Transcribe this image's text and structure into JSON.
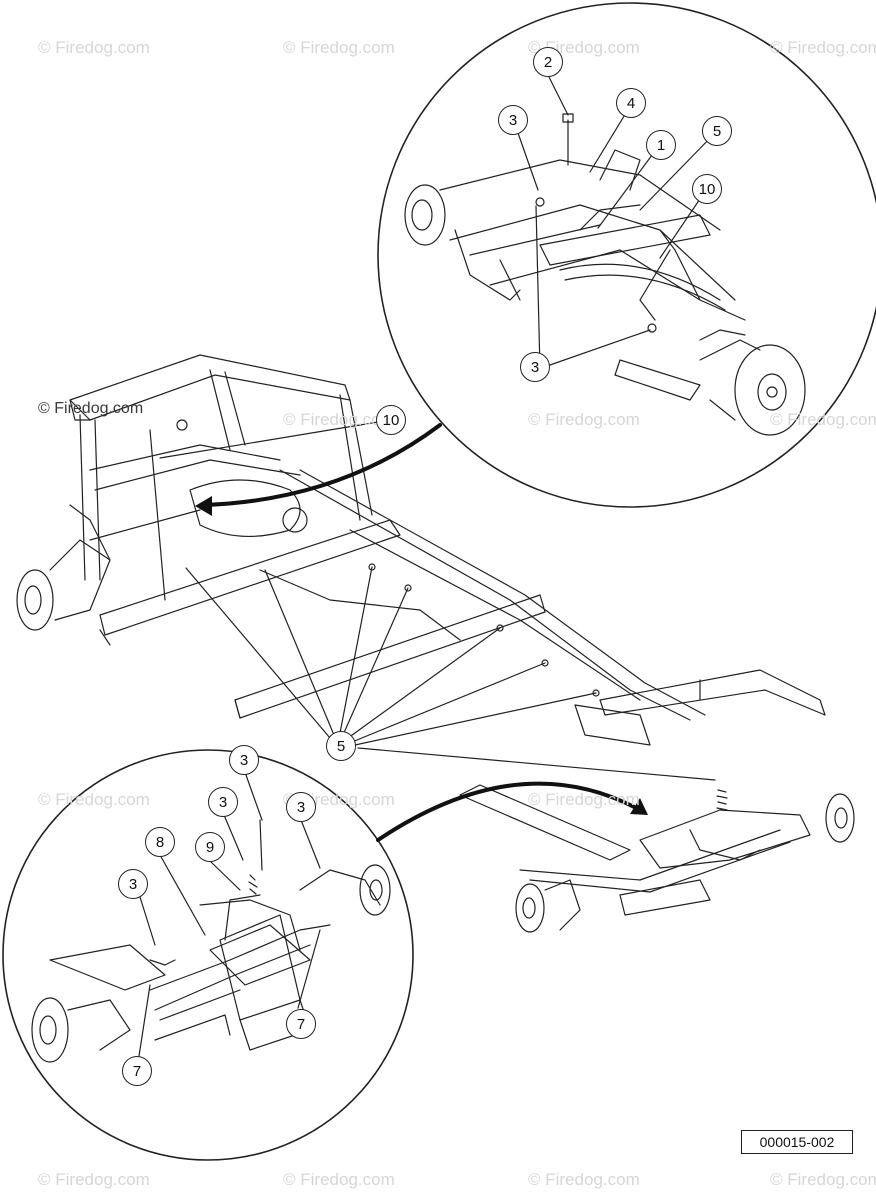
{
  "watermark": {
    "text": "© Firedog.com",
    "tile_text": "Firedog.com",
    "symbol": "©"
  },
  "callouts": {
    "top_detail": [
      "2",
      "4",
      "3",
      "1",
      "5",
      "10",
      "3"
    ],
    "frame": [
      "10",
      "5"
    ],
    "bottom_detail": [
      "3",
      "3",
      "3",
      "8",
      "9",
      "3",
      "7",
      "7"
    ]
  },
  "part_number": "000015-002"
}
